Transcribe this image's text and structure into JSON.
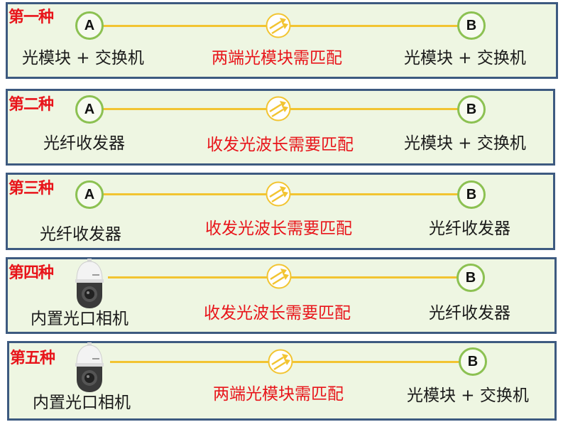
{
  "colors": {
    "panel_bg": "#eef6e2",
    "panel_border": "#3d5a80",
    "label_red": "#e8141a",
    "link_yellow": "#f2c431",
    "node_green": "#8cc152",
    "text_dark": "#1a1a1a"
  },
  "panels": [
    {
      "label": "第一种",
      "a_type": "node",
      "a_node": "A",
      "a_text": "光模块 + 交换机",
      "link_icon": "fiber-link-arrows-icon",
      "note": "两端光模块需匹配",
      "b_node": "B",
      "b_text": "光模块 +  交换机"
    },
    {
      "label": "第二种",
      "a_type": "node",
      "a_node": "A",
      "a_text": "光纤收发器",
      "link_icon": "fiber-link-arrows-icon",
      "note": "收发光波长需要匹配",
      "b_node": "B",
      "b_text": "光模块 +  交换机"
    },
    {
      "label": "第三种",
      "a_type": "node",
      "a_node": "A",
      "a_text": "光纤收发器",
      "link_icon": "fiber-link-arrows-icon",
      "note": "收发光波长需要匹配",
      "b_node": "B",
      "b_text": "光纤收发器"
    },
    {
      "label": "第四种",
      "a_type": "camera",
      "a_icon": "ptz-dome-camera-icon",
      "a_text": "内置光口相机",
      "link_icon": "fiber-link-arrows-icon",
      "note": "收发光波长需要匹配",
      "b_node": "B",
      "b_text": "光纤收发器"
    },
    {
      "label": "第五种",
      "a_type": "camera",
      "a_icon": "ptz-dome-camera-icon",
      "a_text": "内置光口相机",
      "link_icon": "fiber-link-arrows-icon",
      "note": "两端光模块需匹配",
      "b_node": "B",
      "b_text": "光模块 +  交换机"
    }
  ]
}
